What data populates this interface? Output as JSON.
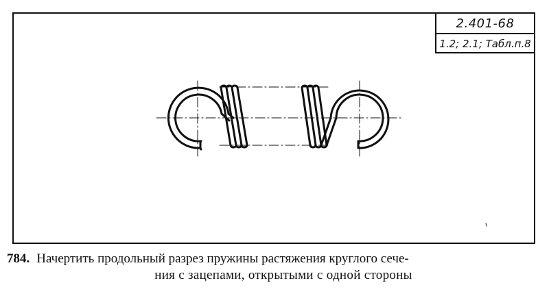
{
  "stamp": {
    "standard": "2.401-68",
    "reference": "1.2; 2.1; Табл.п.8"
  },
  "caption": {
    "number": "784.",
    "line1": "Начертить продольный разрез пружины растяжения круглого сече-",
    "line2": "ния с зацепами, открытыми с одной стороны"
  },
  "colors": {
    "ink": "#111111",
    "paper": "#ffffff"
  }
}
